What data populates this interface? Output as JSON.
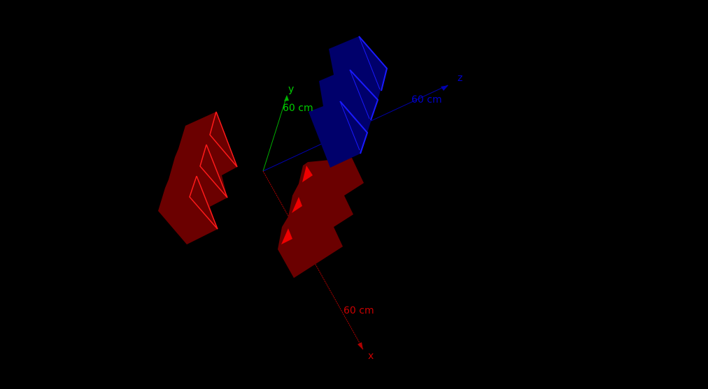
{
  "scene": {
    "background": "#000000",
    "axes": {
      "x": {
        "label": "x",
        "length_label": "60 cm",
        "color": "#cc0000"
      },
      "y": {
        "label": "y",
        "length_label": "60 cm",
        "color": "#00cc00"
      },
      "z": {
        "label": "z",
        "length_label": "60 cm",
        "color": "#0000cc"
      }
    },
    "objects": [
      {
        "name": "red-part-left",
        "fill": "#6b0000",
        "edge": "#ff1a1a"
      },
      {
        "name": "red-part-right",
        "fill": "#6b0000",
        "edge": "#ff0000"
      },
      {
        "name": "blue-part",
        "fill": "#00006b",
        "edge": "#1a1aff"
      }
    ]
  }
}
